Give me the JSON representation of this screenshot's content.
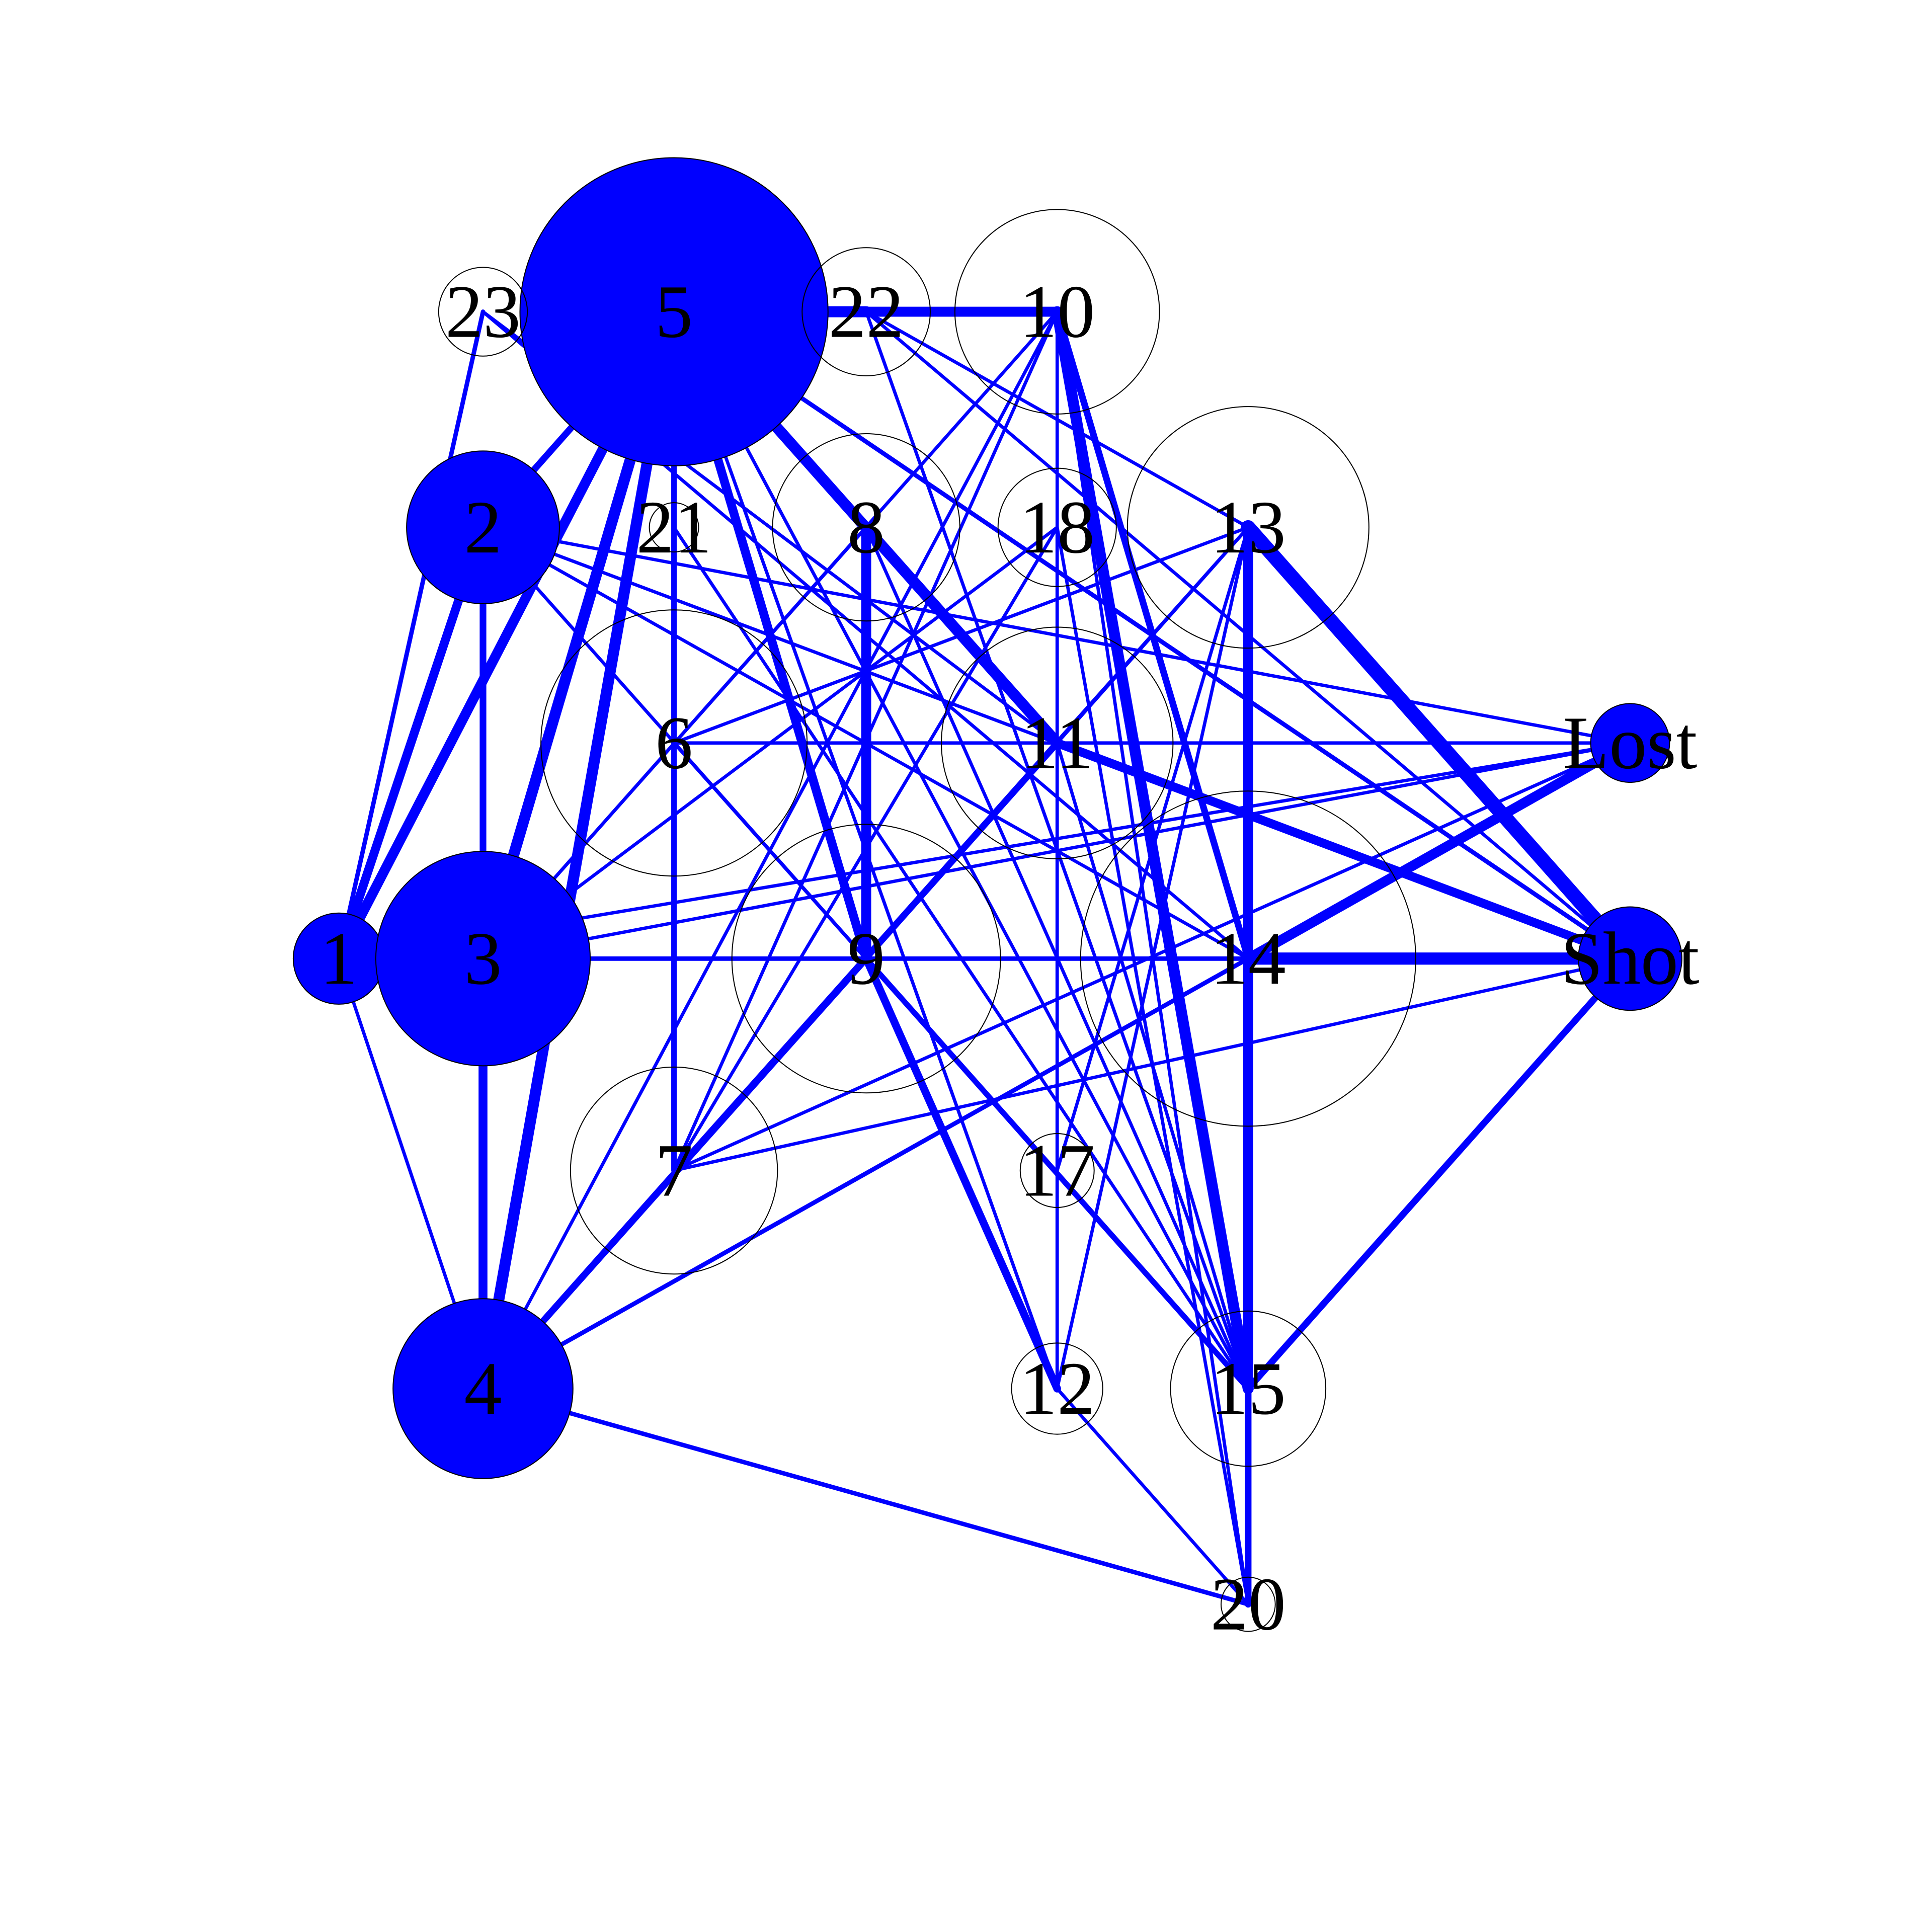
{
  "colors": {
    "edge": "#0000ff",
    "node_filled": "#0000ff",
    "node_empty": "#ffffff",
    "node_stroke": "#000000",
    "label": "#000000"
  },
  "nodes": [
    {
      "id": "1",
      "label": "1",
      "filled": true
    },
    {
      "id": "2",
      "label": "2",
      "filled": true
    },
    {
      "id": "3",
      "label": "3",
      "filled": true
    },
    {
      "id": "4",
      "label": "4",
      "filled": true
    },
    {
      "id": "5",
      "label": "5",
      "filled": true
    },
    {
      "id": "6",
      "label": "6",
      "filled": false
    },
    {
      "id": "7",
      "label": "7",
      "filled": false
    },
    {
      "id": "8",
      "label": "8",
      "filled": false
    },
    {
      "id": "9",
      "label": "9",
      "filled": false
    },
    {
      "id": "10",
      "label": "10",
      "filled": false
    },
    {
      "id": "11",
      "label": "11",
      "filled": false
    },
    {
      "id": "12",
      "label": "12",
      "filled": false
    },
    {
      "id": "13",
      "label": "13",
      "filled": false
    },
    {
      "id": "14",
      "label": "14",
      "filled": false
    },
    {
      "id": "15",
      "label": "15",
      "filled": false
    },
    {
      "id": "17",
      "label": "17",
      "filled": false
    },
    {
      "id": "18",
      "label": "18",
      "filled": false
    },
    {
      "id": "20",
      "label": "20",
      "filled": false
    },
    {
      "id": "21",
      "label": "21",
      "filled": false
    },
    {
      "id": "22",
      "label": "22",
      "filled": false
    },
    {
      "id": "23",
      "label": "23",
      "filled": false
    },
    {
      "id": "Lost",
      "label": "Lost",
      "filled": true
    },
    {
      "id": "Shot",
      "label": "Shot",
      "filled": true
    }
  ]
}
